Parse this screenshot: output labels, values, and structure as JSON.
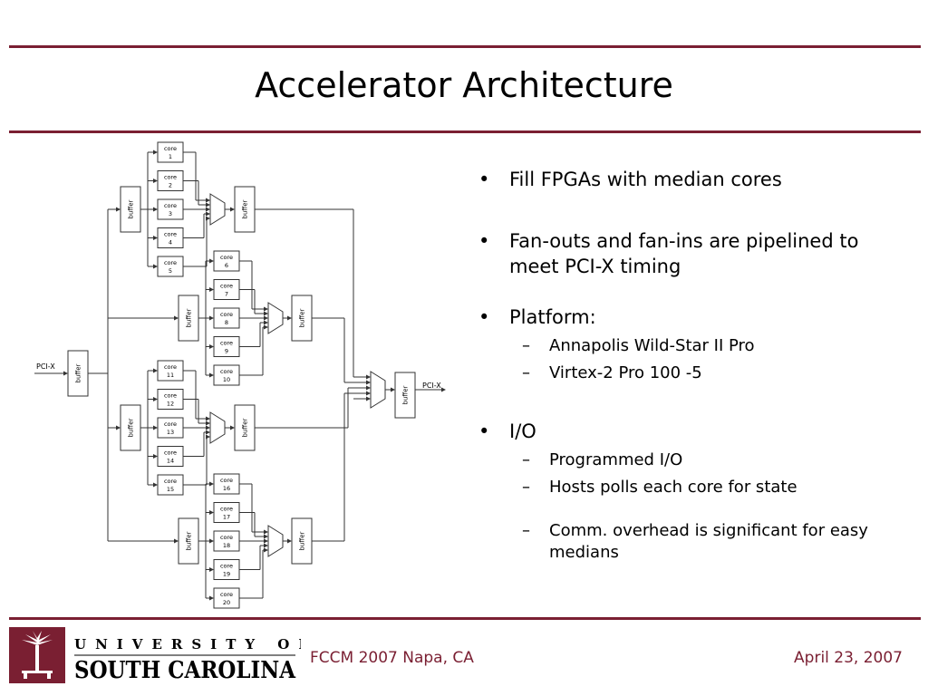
{
  "slide": {
    "title": "Accelerator Architecture"
  },
  "diagram": {
    "labels": {
      "buffer": "buffer",
      "core": "core",
      "pci_in": "PCI-X",
      "pci_out": "PCI-X"
    },
    "core_numbers": [
      "1",
      "2",
      "3",
      "4",
      "5",
      "6",
      "7",
      "8",
      "9",
      "10",
      "11",
      "12",
      "13",
      "14",
      "15",
      "16",
      "17",
      "18",
      "19",
      "20"
    ]
  },
  "bullets": [
    {
      "text": "Fill FPGAs with median cores",
      "sub": []
    },
    {
      "text": "Fan-outs and fan-ins are pipelined to meet PCI-X timing",
      "sub": []
    },
    {
      "text": "Platform:",
      "sub": [
        "Annapolis Wild-Star II Pro",
        "Virtex-2 Pro 100 -5"
      ]
    },
    {
      "text": "I/O",
      "sub": [
        "Programmed I/O",
        "Hosts polls each core for state",
        "Comm. overhead is significant for easy medians"
      ]
    }
  ],
  "footer": {
    "university_line1": "UNIVERSITY OF",
    "university_line2": "SOUTH CAROLINA",
    "conference": "FCCM 2007  Napa, CA",
    "date": "April 23, 2007"
  },
  "colors": {
    "accent": "#7a1f32",
    "text": "#000000",
    "diagram_line": "#333333"
  }
}
